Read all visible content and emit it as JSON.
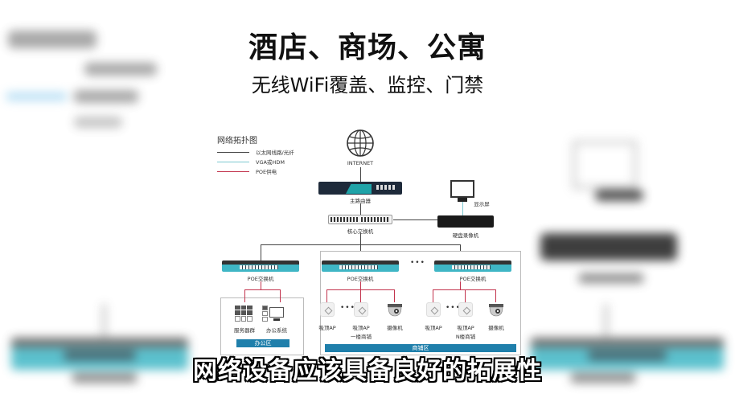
{
  "headline": {
    "title": "酒店、商场、公寓",
    "subtitle": "无线WiFi覆盖、监控、门禁"
  },
  "diagram": {
    "title": "网络拓扑图",
    "legend": [
      {
        "label": "以太网线路/光纤",
        "color": "#444444"
      },
      {
        "label": "VGA或HDM",
        "color": "#7cc8d0"
      },
      {
        "label": "POE供电",
        "color": "#c2334d"
      }
    ],
    "nodes": {
      "internet": "INTERNET",
      "router": "主路由器",
      "core_switch": "核心交换机",
      "monitor": "显示屏",
      "nvr": "硬盘录像机",
      "poe_office": "POE交换机",
      "poe_shop1": "POE交换机",
      "poe_shopN": "POE交换机",
      "server_cluster": "服务器群",
      "office_system": "办公系统",
      "ap_1a": "吸顶AP",
      "ap_1b": "吸顶AP",
      "cam_1": "摄像机",
      "floor_1": "一楼商铺",
      "ap_Na": "吸顶AP",
      "ap_Nb": "吸顶AP",
      "cam_N": "摄像机",
      "floor_N": "N楼商铺",
      "ellipsis": "•••"
    },
    "zones": {
      "office": "办公区",
      "shops": "商铺区"
    }
  },
  "caption": "网络设备应该具备良好的拓展性",
  "colors": {
    "teal": "#3fb6c5",
    "zone_bar": "#1f7fab",
    "poe_line": "#c2334d"
  }
}
